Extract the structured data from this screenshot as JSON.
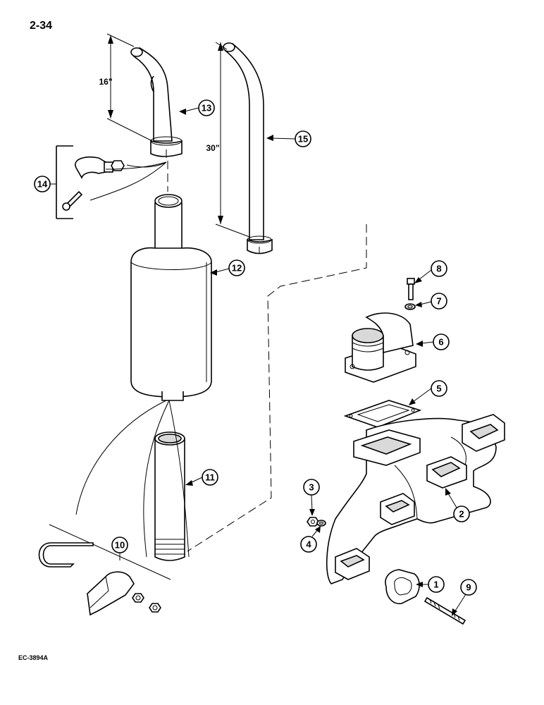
{
  "page": {
    "number": "2-34",
    "figure_code": "EC-3894A"
  },
  "dimensions": {
    "short_stack": "16\"",
    "long_stack": "30\""
  },
  "callouts": {
    "c1": "1",
    "c2": "2",
    "c3": "3",
    "c4": "4",
    "c5": "5",
    "c6": "6",
    "c7": "7",
    "c8": "8",
    "c9": "9",
    "c10": "10",
    "c11": "11",
    "c12": "12",
    "c13": "13",
    "c14": "14",
    "c15": "15"
  }
}
